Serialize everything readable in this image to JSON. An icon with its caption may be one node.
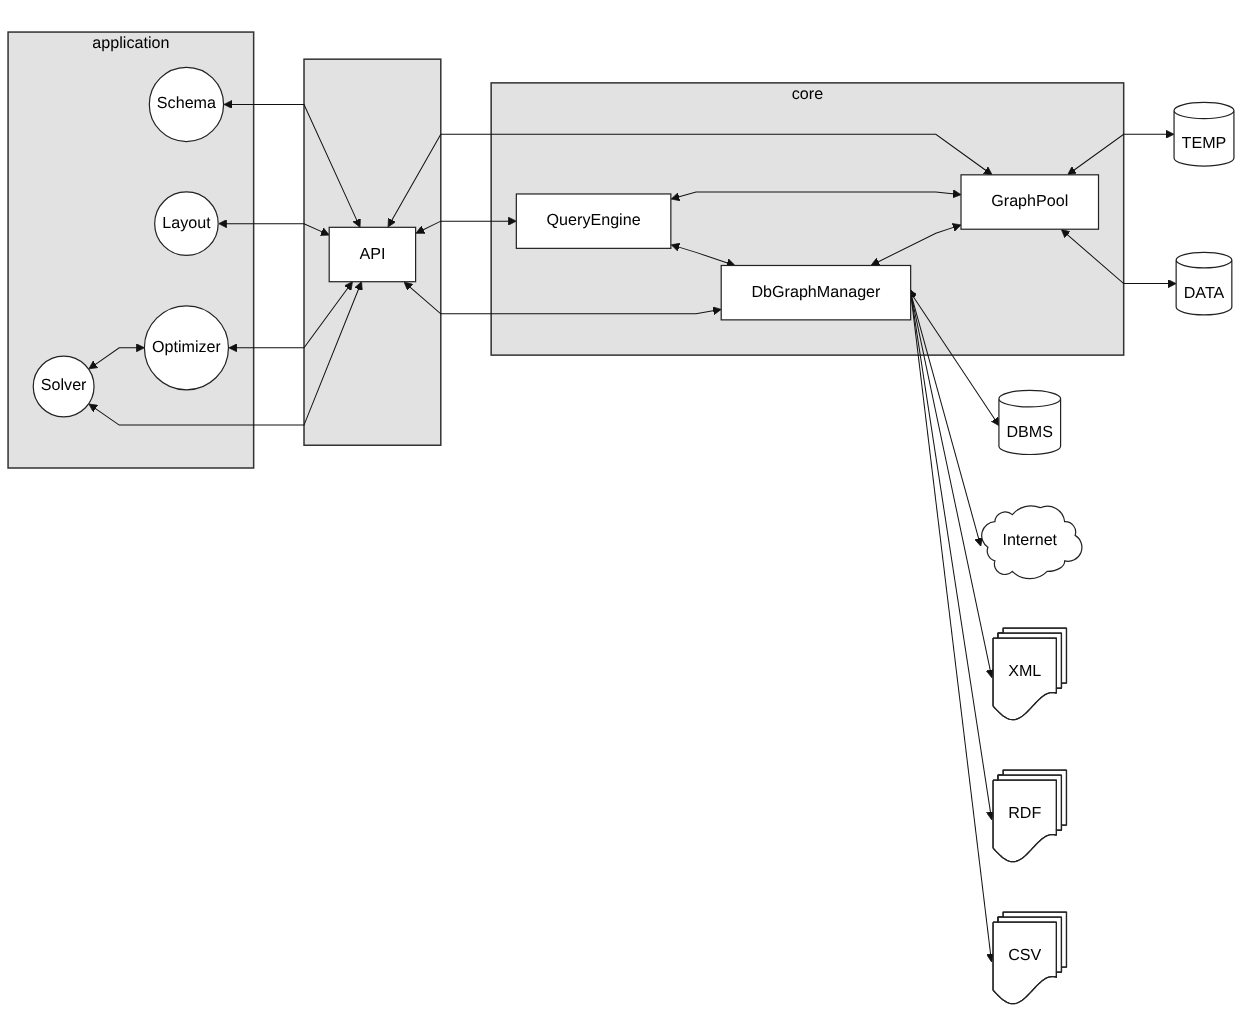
{
  "diagram": {
    "nodes": [
      {
        "text": [
          "application"
        ]
      },
      {
        "text": [
          "Schema"
        ],
        "in": 0
      },
      {
        "text": [
          "Layout"
        ],
        "in": 0
      },
      {
        "text": [
          "Solver"
        ],
        "in": 0
      },
      {
        "text": [
          "Optimizer"
        ],
        "in": 0
      },
      {
        "text": [],
        "shape": "box"
      },
      {
        "text": [
          "API"
        ],
        "in": 5
      },
      {
        "text": [
          "core"
        ]
      },
      {
        "text": [
          "QueryEngine"
        ],
        "in": 7
      },
      {
        "text": [
          "DbGraphManager"
        ],
        "in": 7
      },
      {
        "text": [
          "GraphPool"
        ],
        "in": 7
      },
      {
        "text": [
          "TEMP"
        ]
      },
      {
        "text": [
          "DATA"
        ]
      },
      {
        "text": [
          "DBMS"
        ]
      },
      {
        "text": [
          "Internet"
        ]
      },
      {
        "text": [
          "XML"
        ]
      },
      {
        "text": [
          "RDF"
        ]
      },
      {
        "text": [
          "CSV"
        ]
      }
    ],
    "edges": [
      {
        "from": 3,
        "to": 4,
        "arrow": "both"
      },
      {
        "from": 1,
        "to": 6,
        "arrow": "both"
      },
      {
        "from": 2,
        "to": 6,
        "arrow": "both"
      },
      {
        "from": 3,
        "to": 6,
        "arrow": "both"
      },
      {
        "from": 4,
        "to": 6,
        "arrow": "both"
      },
      {
        "from": 6,
        "to": 10,
        "arrow": "both"
      },
      {
        "from": 6,
        "to": 8,
        "arrow": "both"
      },
      {
        "from": 6,
        "to": 9,
        "arrow": "both"
      },
      {
        "from": 8,
        "to": 10,
        "arrow": "both"
      },
      {
        "from": 8,
        "to": 9,
        "arrow": "both"
      },
      {
        "from": 9,
        "to": 10,
        "arrow": "both"
      },
      {
        "from": 9,
        "to": 13,
        "arrow": "both"
      },
      {
        "from": 9,
        "to": 14,
        "arrow": "both"
      },
      {
        "from": 9,
        "to": 15,
        "arrow": "both"
      },
      {
        "from": 9,
        "to": 16,
        "arrow": "both"
      },
      {
        "from": 9,
        "to": 17,
        "arrow": "both"
      },
      {
        "from": 10,
        "to": 11,
        "arrow": "both"
      },
      {
        "from": 10,
        "to": 12,
        "arrow": "both"
      }
    ]
  }
}
